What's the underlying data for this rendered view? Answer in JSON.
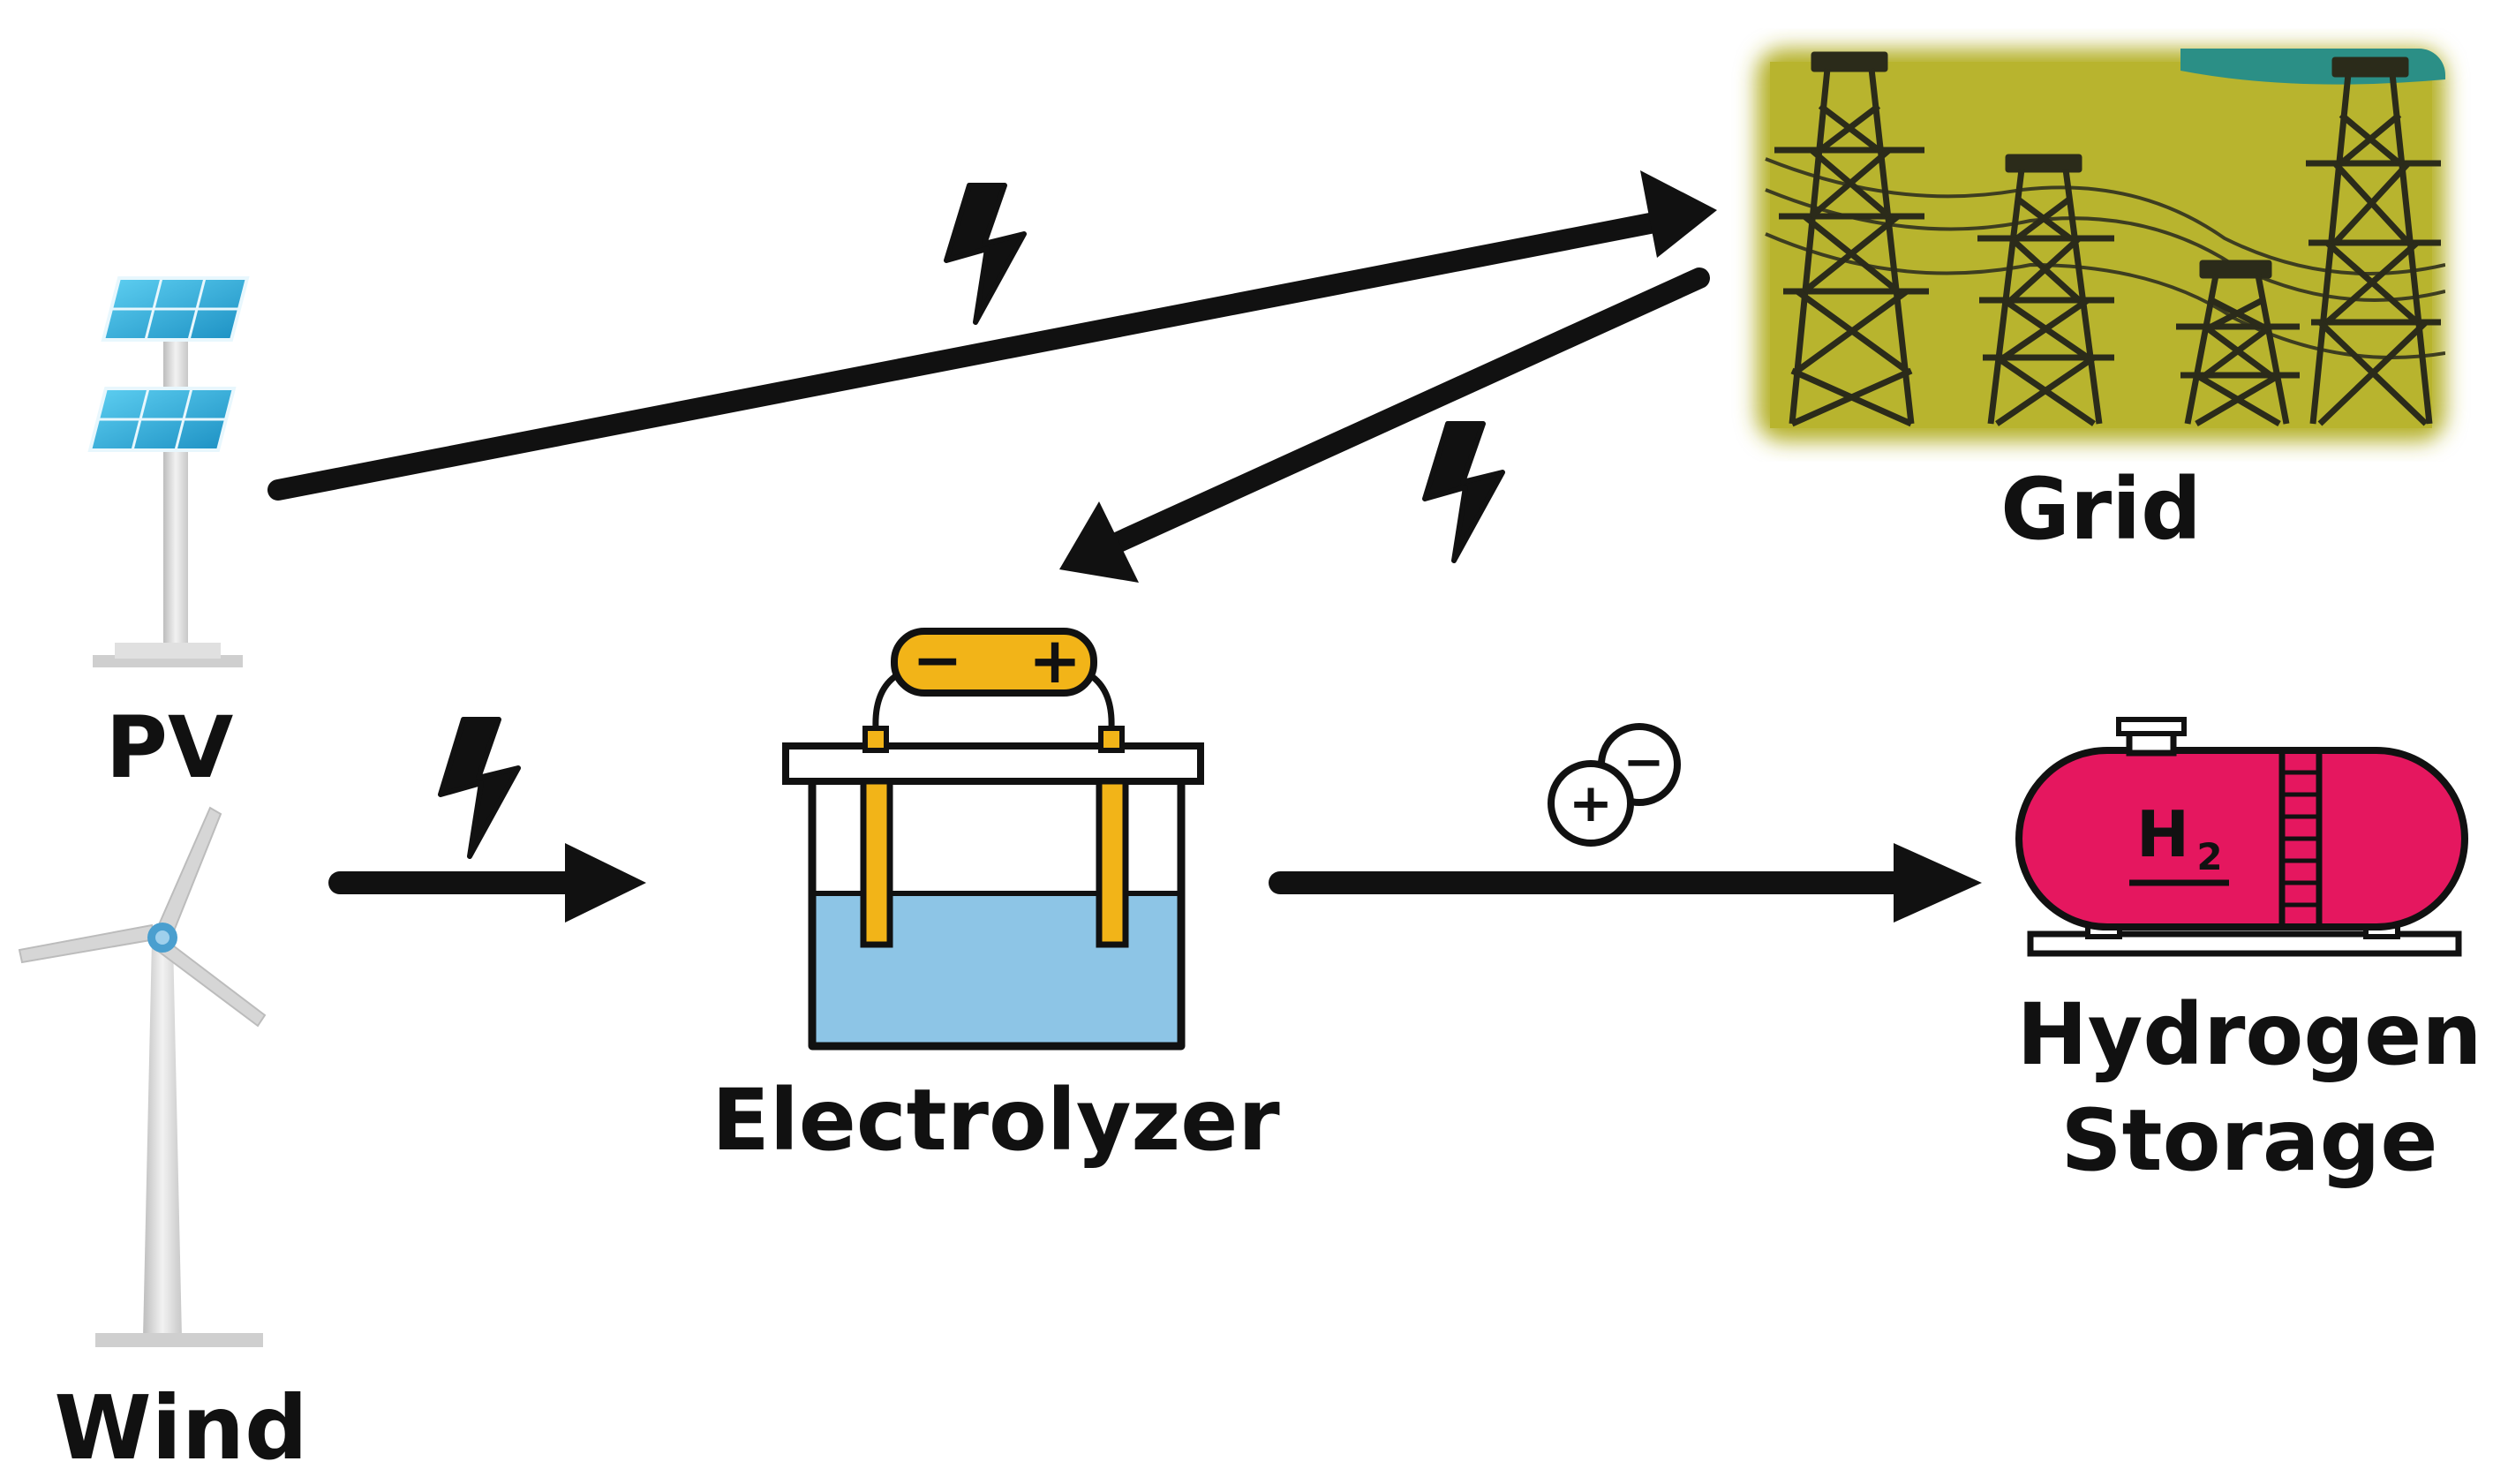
{
  "labels": {
    "pv": "PV",
    "wind": "Wind",
    "grid": "Grid",
    "electrolyzer": "Electrolyzer",
    "storage_line1": "Hydrogen",
    "storage_line2": "Storage",
    "tank_symbol": "H",
    "tank_subscript": "2",
    "battery_minus": "−",
    "battery_plus": "+",
    "ion_plus": "+",
    "ion_minus": "−"
  },
  "colors": {
    "arrow": "#111111",
    "solar_panel": "#2aa9d6",
    "pole": "#d9d9d9",
    "water": "#8dc5e6",
    "electrode": "#f2b418",
    "grid_background": "#b5b12c",
    "tower": "#2b2b1a",
    "tank": "#e5175f"
  },
  "icons": {
    "pv": "solar-panel-icon",
    "wind": "wind-turbine-icon",
    "grid": "power-tower-icon",
    "electrolyzer": "electrolyzer-cell-icon",
    "battery": "battery-icon",
    "storage": "hydrogen-tank-icon",
    "ions": "ion-pair-icon",
    "electricity": "lightning-bolt-icon"
  }
}
